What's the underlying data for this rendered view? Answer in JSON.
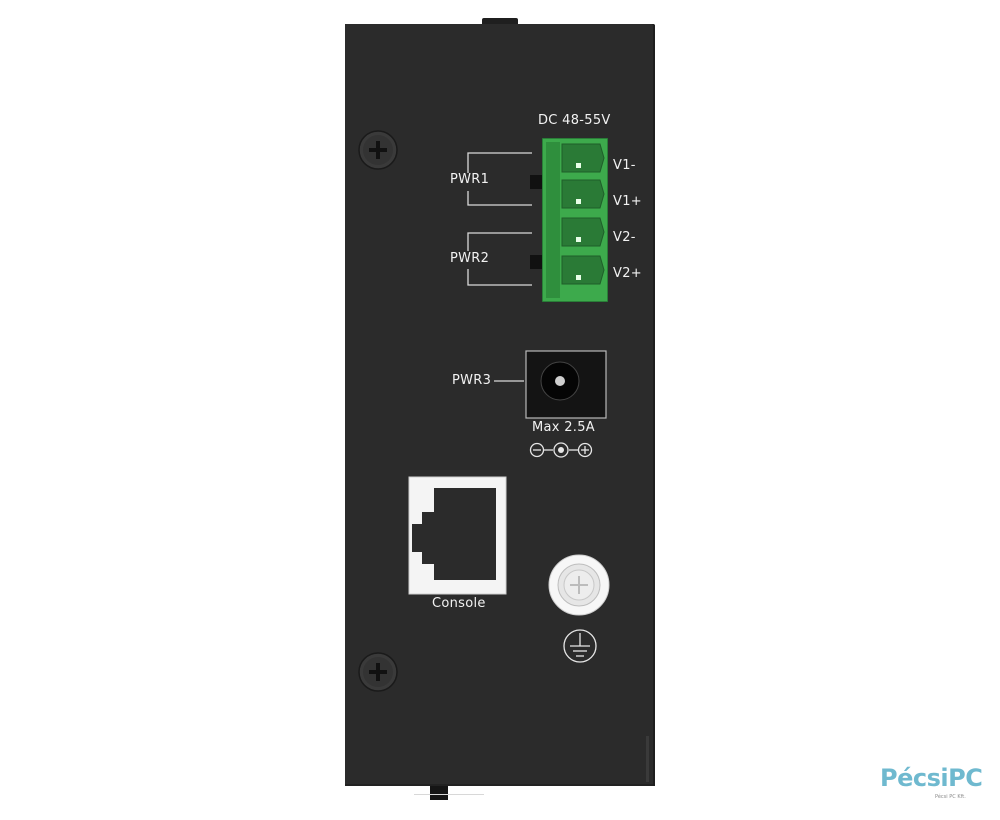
{
  "labels": {
    "dc_voltage": "DC 48-55V",
    "pwr1": "PWR1",
    "pwr2": "PWR2",
    "pwr3": "PWR3",
    "v1_minus": "V1-",
    "v1_plus": "V1+",
    "v2_minus": "V2-",
    "v2_plus": "V2+",
    "max_current": "Max 2.5A",
    "console": "Console"
  },
  "watermark": {
    "brand": "PécsiPC",
    "tagline": "Pécsi PC Kft."
  },
  "colors": {
    "panel": "#2b2b2b",
    "terminal_green": "#3daa4c",
    "label_text": "#f2f2f2",
    "watermark": "#6fb9cf"
  },
  "icons": [
    "screw-icon",
    "dc-polarity-icon",
    "ground-icon",
    "rj45-port-icon",
    "ground-screw-icon"
  ]
}
